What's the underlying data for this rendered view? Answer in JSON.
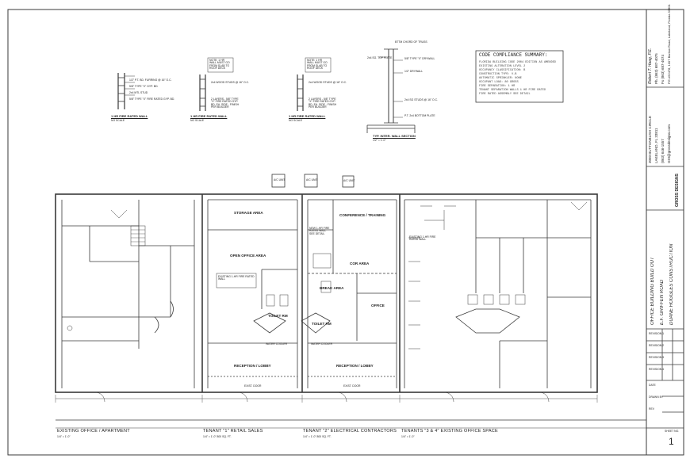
{
  "wall_details": {
    "detail1": {
      "title": "1 HR FIRE RATED WALL",
      "scale": "NO SCALE",
      "notes": [
        "1/2\" P.T. BD. FURRING @ 16\" O.C.",
        "5/8\" TYPE \"X\" GYP. BD.",
        "2x4 MTL STUD",
        "5/8\" TYPE \"X\" FIRE RATED GYP. BD."
      ]
    },
    "detail2": {
      "title": "1 HR FIRE RATED WALL",
      "scale": "NO SCALE",
      "note_head": "NOTE: 1 HR WALL MUST GO FROM SLAB TO ROOF DECK",
      "notes": [
        "2x4 WOOD STUDS @ 16\" O.C.",
        "2 LAYERS - 5/8\" TYPE \"X\" FIRE RATED GYP. BD. EA. SIDE - FINISH PER BUILDER"
      ]
    },
    "detail3": {
      "title": "1 HR FIRE RATED WALL",
      "scale": "NO SCALE",
      "note_head": "NOTE: 1 HR WALL MUST GO FROM SLAB TO ROOF DECK",
      "notes": [
        "2x4 WOOD STUDS @ 16\" O.C.",
        "2 LAYERS - 5/8\" TYPE \"X\" FIRE RATED GYP. BD. EA. SIDE - FINISH PER BUILDER"
      ]
    },
    "section": {
      "title": "TYP. INTER. WALL SECTION",
      "scale": "1/2\" = 1'-0\"",
      "notes": [
        "BTTM CHORD OF TRUSS",
        "2x4 SG. TOP PLATE",
        "5/8\" TYPE \"X\" DRYWALL",
        "1/2\" DRYWALL",
        "2x4 SG STUDS @ 16\" O.C.",
        "P.T. 2x4 BOTTOM PLATE"
      ]
    }
  },
  "code_compliance": {
    "title": "CODE COMPLIANCE SUMMARY:",
    "lines": [
      "FLORIDA BUILDING CODE 2004 EDITION AS AMENDED",
      "EXISTING ALTERATION LEVEL 2",
      "OCCUPANCY CLASSIFICATION: B",
      "CONSTRUCTION TYPE: V-B",
      "AUTOMATIC SPRINKLER: NONE",
      "OCCUPANT LOAD: 80 GROSS",
      "FIRE SEPARATION: 1 HR",
      "TENANT SEPARATION WALLS 1 HR FIRE RATED",
      "FIRE RATED ASSEMBLY SEE DETAIL"
    ]
  },
  "engineer": {
    "name": "Robert T. Haag, P.E.",
    "phone": "Ph. (863) 687-4075",
    "fax": "Fx (863) 687-4074",
    "address": "P.E.#52478, 1007 Barlow Road, Lakeland, Florida 33801"
  },
  "designer": {
    "logo_text": "GROSS DESIGNS",
    "address1": "3050 BUTTONBUSH CIRCLE",
    "address2": "LAKELAND, FL 33811",
    "phone": "(863) 646-1557",
    "email": "GDI@grossdesigns.com"
  },
  "project": {
    "title": "OFFICE BUILDING BUILD OUT",
    "address": "E.F. GRIFFEN ROAD",
    "contractor": "DUANE HOGGLES CONSTRUCTION"
  },
  "revisions": [
    "REVISION 1",
    "REVISION 2",
    "REVISION 3",
    "REVISION 4"
  ],
  "title_block": {
    "date_label": "DATE",
    "drawn_label": "DRAWN BY",
    "rev_label": "REV",
    "sheet_label": "SHEET NO.",
    "sheet_no": "1"
  },
  "rooms": {
    "storage": "STORAGE AREA",
    "open_office": "OPEN OFFICE AREA",
    "conference": "CONFERENCE / TRAINING",
    "cor": "COR AREA",
    "break": "BREAK AREA",
    "office": "OFFICE",
    "toilet1": "TOILET RM",
    "toilet2": "TOILET RM",
    "reception1": "RECEPTION / LOBBY",
    "reception2": "RECEPTION / LOBBY",
    "ac1": "A/C UNIT",
    "ac2": "A/C UNIT",
    "ac3": "A/C UNIT",
    "exist_wall1": "EXISTING 1-HR FIRE RATED WALL",
    "exist_wall2": "EXISTING 1-HR FIRE RATED WALL",
    "new_wall": "NEW 1-HR FIRE RATED WALL SEE DETAIL",
    "exist_door": "EXIST. DOOR",
    "water_cooler": "WATER COOLER"
  },
  "footer": {
    "existing_office": "EXISTING OFFICE / APARTMENT",
    "existing_office_scale": "1/4\" = 1'-0\"",
    "tenant1": "TENANT \"1\"  RETAIL SALES",
    "tenant1_scale": "1/4\" = 1'-0\"   800 SQ. FT.",
    "tenant2": "TENANT \"2\" ELECTRICAL CONTRACTORS",
    "tenant2_scale": "1/4\" = 1'-0\"   800 SQ. FT.",
    "tenant34": "TENANTS \"3 & 4\" EXISTING OFFICE SPACE",
    "tenant34_scale": "1/4\" = 1'-0\""
  },
  "colors": {
    "line": "#3a3a3a",
    "paper": "#ffffff"
  }
}
